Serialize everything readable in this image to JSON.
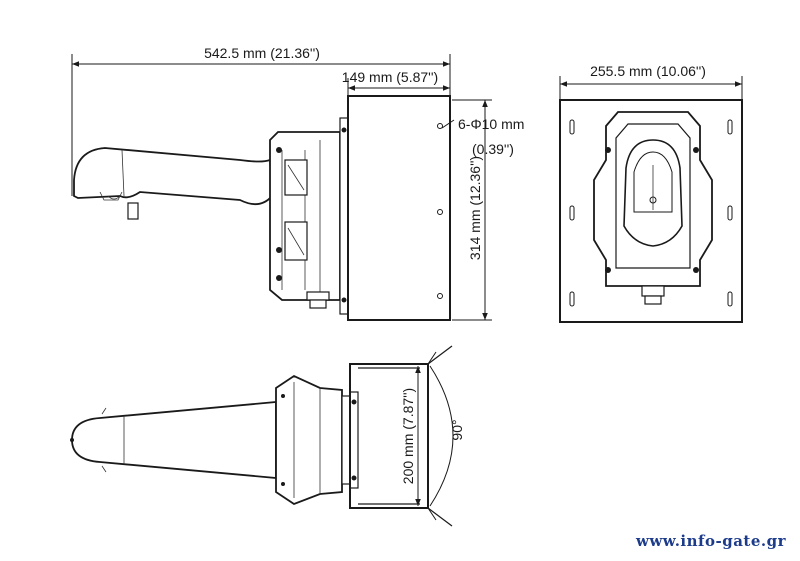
{
  "dimensions": {
    "overall_length": "542.5 mm (21.36'')",
    "box_depth": "149 mm (5.87'')",
    "box_width": "255.5 mm (10.06'')",
    "hole_spec_line1": "6-Φ10 mm",
    "hole_spec_line2": "(0.39'')",
    "height": "314 mm (12.36'')",
    "pole_span": "200 mm (7.87'')",
    "angle": "90°"
  },
  "watermark": "www.info-gate.gr"
}
